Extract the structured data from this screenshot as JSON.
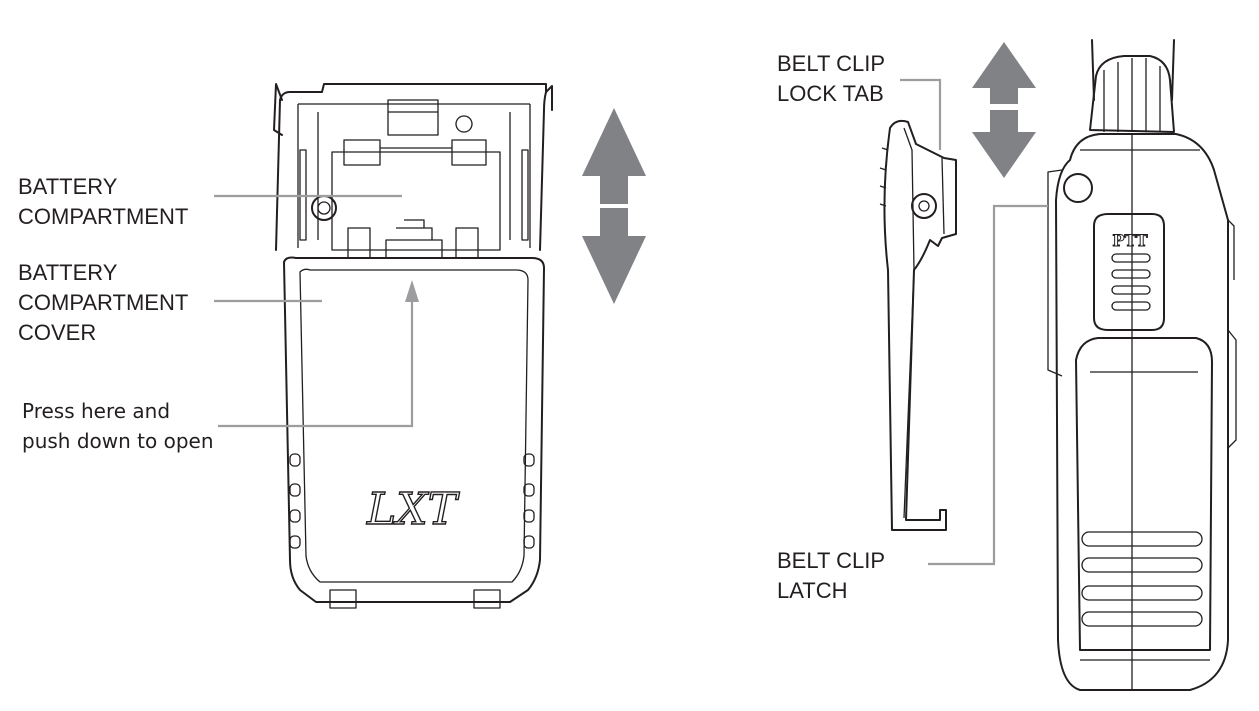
{
  "labels": {
    "battery_compartment": [
      "BATTERY",
      "COMPARTMENT"
    ],
    "battery_cover": [
      "BATTERY",
      "COMPARTMENT",
      "COVER"
    ],
    "press_instruction": [
      "Press here and",
      "push down to open"
    ],
    "belt_clip_lock_tab": [
      "BELT CLIP",
      "LOCK TAB"
    ],
    "belt_clip_latch": [
      "BELT CLIP",
      "LATCH"
    ]
  },
  "device_markings": {
    "logo": "LXT",
    "ptt_button": "PTT"
  },
  "colors": {
    "line": "#231f20",
    "leader": "#9d9d9f",
    "arrow": "#808285"
  }
}
